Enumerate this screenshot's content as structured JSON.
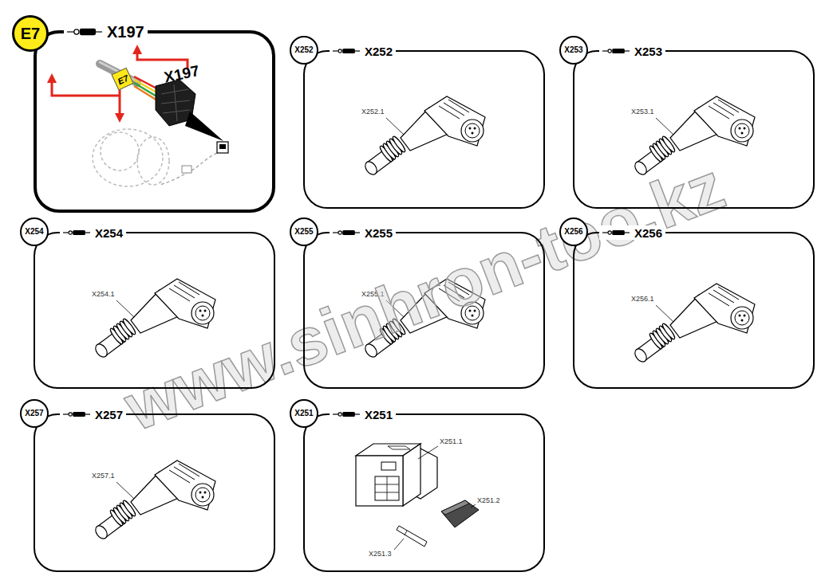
{
  "diagram": {
    "nodes": [
      {
        "text": [
          "X197"
        ]
      },
      {
        "text": [
          "E7"
        ],
        "in": 0
      },
      {
        "text": [
          "E7"
        ],
        "in": 0
      },
      {
        "text": [
          "X252"
        ]
      },
      {
        "text": [
          "X252"
        ],
        "in": 3
      },
      {
        "text": [
          "X253"
        ]
      },
      {
        "text": [
          "X253"
        ],
        "in": 5
      },
      {
        "text": [
          "X254"
        ]
      },
      {
        "text": [
          "X254"
        ],
        "in": 7
      },
      {
        "text": [
          "X255"
        ]
      },
      {
        "text": [
          "X255"
        ],
        "in": 9
      },
      {
        "text": [
          "X256"
        ]
      },
      {
        "text": [
          "X256"
        ],
        "in": 11
      },
      {
        "text": [
          "X257"
        ]
      },
      {
        "text": [
          "X257"
        ],
        "in": 13
      },
      {
        "text": [
          "X251"
        ]
      },
      {
        "text": [
          "X251"
        ],
        "in": 15
      }
    ],
    "labels": [
      "X197",
      "X252.1",
      "X253.1",
      "X254.1",
      "X255.1",
      "X256.1",
      "X257.1",
      "X251.1",
      "X251.2",
      "X251.3",
      "www.sinhron-too.kz"
    ]
  }
}
